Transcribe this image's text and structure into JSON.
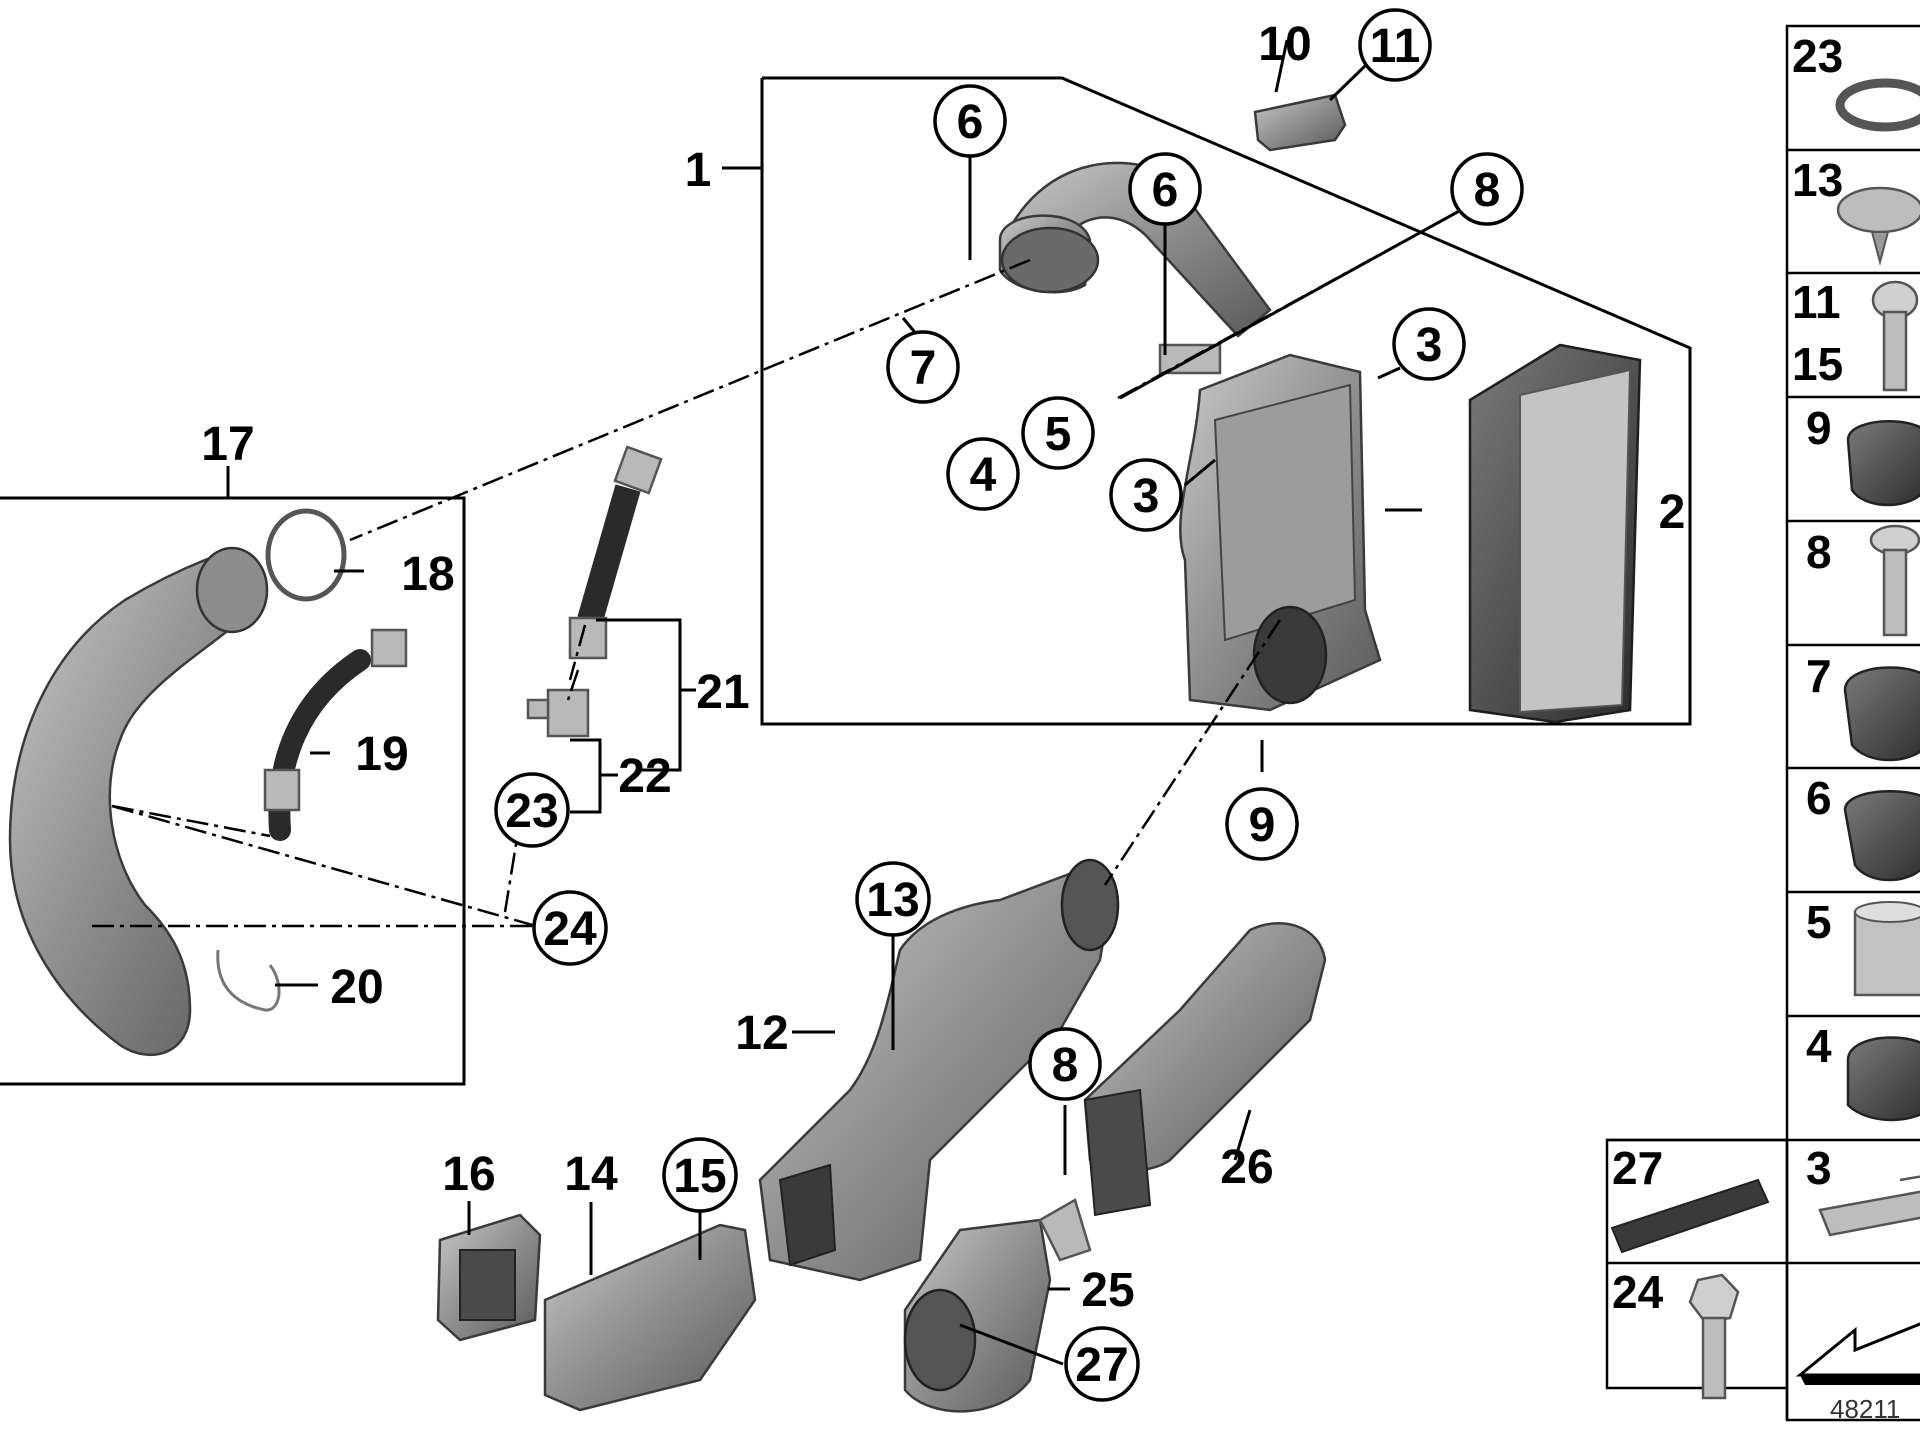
{
  "diagram": {
    "callouts": {
      "c1": "1",
      "c2": "2",
      "c3a": "3",
      "c3b": "3",
      "c4": "4",
      "c5": "5",
      "c6a": "6",
      "c6b": "6",
      "c7": "7",
      "c8a": "8",
      "c8b": "8",
      "c9": "9",
      "c10": "10",
      "c11": "11",
      "c12": "12",
      "c13": "13",
      "c14": "14",
      "c15": "15",
      "c16": "16",
      "c17": "17",
      "c18": "18",
      "c19": "19",
      "c20": "20",
      "c21": "21",
      "c22": "22",
      "c23": "23",
      "c24": "24",
      "c25": "25",
      "c26": "26",
      "c27": "27"
    },
    "sidebar": {
      "r1": "23",
      "r2": "13",
      "r3a": "11",
      "r3b": "15",
      "r4": "9",
      "r5": "8",
      "r6": "7",
      "r7": "6",
      "r8": "5",
      "r9": "4",
      "r10a": "27",
      "r10b": "3",
      "r11": "24"
    },
    "reference_number": "48211"
  }
}
